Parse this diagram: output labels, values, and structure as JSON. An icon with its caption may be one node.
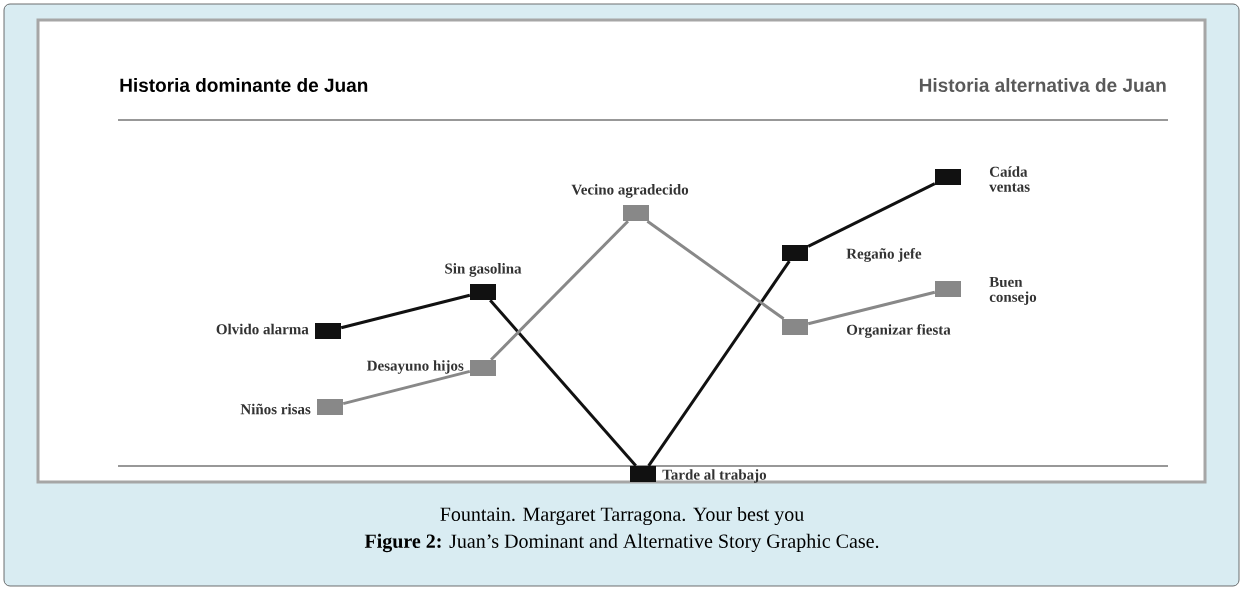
{
  "diagram": {
    "caption": "**Figure 2:** Juan’s Dominant and Alternative Story Graphic Case.",
    "nodes": [
      {
        "text": [],
        "shape": "box",
        "beside": [
          "Olvido alarma"
        ]
      },
      {
        "text": [],
        "shape": "box",
        "beside": [
          "Sin gasolina"
        ]
      },
      {
        "text": [],
        "shape": "box",
        "beside": [
          "Tarde al trabajo"
        ]
      },
      {
        "text": [],
        "shape": "box",
        "beside": [
          "Regaño jefe"
        ]
      },
      {
        "text": [],
        "shape": "box",
        "beside": [
          "Caída ventas"
        ]
      },
      {
        "text": [],
        "shape": "box",
        "beside": [
          "Niños risas"
        ]
      },
      {
        "text": [],
        "shape": "box",
        "beside": [
          "Desayuno hijos"
        ]
      },
      {
        "text": [],
        "shape": "box",
        "beside": [
          "Vecino agradecido"
        ]
      },
      {
        "text": [],
        "shape": "box",
        "beside": [
          "Organizar fiesta"
        ]
      },
      {
        "text": [],
        "shape": "box",
        "beside": [
          "Buen consejo"
        ]
      }
    ],
    "edges": [
      {
        "from": 0,
        "to": 1,
        "arrow": "none",
        "color": "#111111"
      },
      {
        "from": 1,
        "to": 2,
        "arrow": "none",
        "color": "#111111"
      },
      {
        "from": 2,
        "to": 3,
        "arrow": "none",
        "color": "#111111"
      },
      {
        "from": 3,
        "to": 4,
        "arrow": "none",
        "color": "#111111"
      },
      {
        "from": 5,
        "to": 6,
        "arrow": "none",
        "color": "#888888"
      },
      {
        "from": 6,
        "to": 7,
        "arrow": "none",
        "color": "#888888"
      },
      {
        "from": 7,
        "to": 8,
        "arrow": "none",
        "color": "#888888"
      },
      {
        "from": 8,
        "to": 9,
        "arrow": "none",
        "color": "#888888"
      }
    ],
    "labels": [
      "Historia dominante de Juan",
      "Historia alternativa de Juan",
      "Fountain. Margaret Tarragona. Your best you"
    ]
  }
}
